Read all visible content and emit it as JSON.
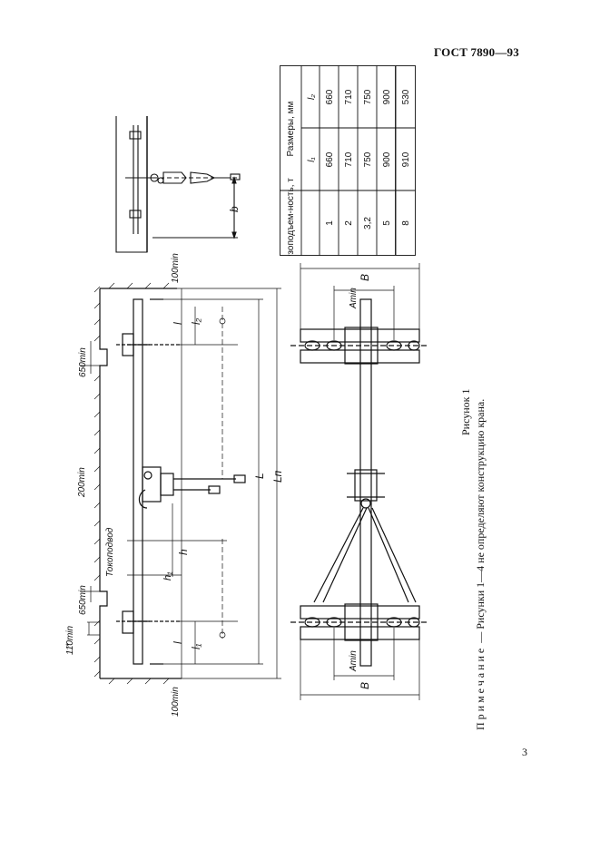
{
  "page": {
    "header": "ГОСТ 7890—93",
    "page_number": "3",
    "figure_caption": "Рисунок 1",
    "note_label": "Примечание",
    "note_text": " — Рисунки 1—4 не определяют конструкцию крана."
  },
  "table": {
    "col_capacity_header": "Грузоподъем-ность, т",
    "dims_header": "Размеры, мм",
    "col_l1": "l₁",
    "col_l2": "l₂",
    "rows": [
      {
        "capacity": "1",
        "l1": "660",
        "l2": "660"
      },
      {
        "capacity": "2",
        "l1": "710",
        "l2": "710"
      },
      {
        "capacity": "3,2",
        "l1": "750",
        "l2": "750"
      },
      {
        "capacity": "5",
        "l1": "900",
        "l2": "900"
      },
      {
        "capacity": "8",
        "l1": "910",
        "l2": "530"
      }
    ]
  },
  "drawing": {
    "dim_100min": "100min",
    "dim_650min": "650min",
    "dim_200min": "200min",
    "dim_110min": "110min",
    "tokopodvod": "Токоподвод",
    "label_L": "L",
    "label_Ln": "Lп",
    "label_l": "l",
    "label_l1": "l₁",
    "label_l2": "l₂",
    "label_h": "h",
    "label_h1": "h₁",
    "label_b": "b",
    "label_B": "B",
    "label_Amin": "Amin",
    "asterisk": "*"
  }
}
